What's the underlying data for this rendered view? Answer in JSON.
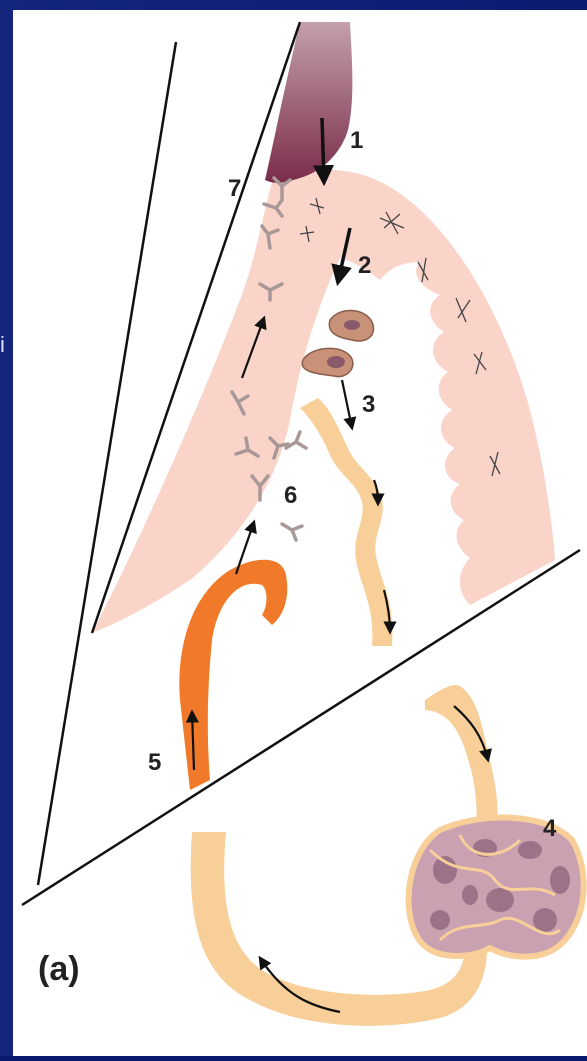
{
  "figure": {
    "panel_label": "(a)",
    "edge_text": "i",
    "steps": [
      {
        "label": "1"
      },
      {
        "label": "2"
      },
      {
        "label": "3"
      },
      {
        "label": "4"
      },
      {
        "label": "5"
      },
      {
        "label": "6"
      },
      {
        "label": "7"
      }
    ]
  },
  "colors": {
    "background": "#0c1b70",
    "tissue": "#f9d3c8",
    "tooth": "#8e3f5b",
    "lymphatic": "#f8cf98",
    "blood_vessel": "#f07a2a",
    "lymph_node": "#b78aa0",
    "antibody": "#a89898"
  }
}
